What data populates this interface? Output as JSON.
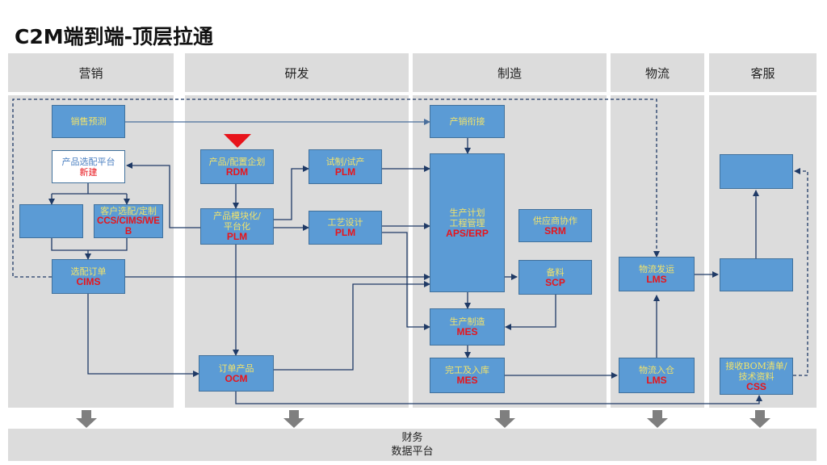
{
  "title": "C2M端到端-顶层拉通",
  "columns": [
    "营销",
    "研发",
    "制造",
    "物流",
    "客服"
  ],
  "boxes": {
    "sales_forecast": {
      "name": "销售预测"
    },
    "product_config_platform": {
      "name": "产品选配平台",
      "sys": "新建"
    },
    "blank_marketing": {
      "name": ""
    },
    "customer_config": {
      "name": "客户选配/定制",
      "sys": "CCS/CIMS/WEB"
    },
    "config_order": {
      "name": "选配订单",
      "sys": "CIMS"
    },
    "product_planning": {
      "name": "产品/配置企划",
      "sys": "RDM"
    },
    "modularization": {
      "name": "产品模块化/平台化",
      "sys": "PLM"
    },
    "trial_production": {
      "name": "试制/试产",
      "sys": "PLM"
    },
    "process_design": {
      "name": "工艺设计",
      "sys": "PLM"
    },
    "order_product": {
      "name": "订单产品",
      "sys": "OCM"
    },
    "sales_link": {
      "name": "产销衔接"
    },
    "production_plan": {
      "name": "生产计划\n工程管理",
      "sys": "APS/ERP"
    },
    "supplier_collab": {
      "name": "供应商协作",
      "sys": "SRM"
    },
    "material_prep": {
      "name": "备料",
      "sys": "SCP"
    },
    "production_mfg": {
      "name": "生产制造",
      "sys": "MES"
    },
    "completion_storage": {
      "name": "完工及入库",
      "sys": "MES"
    },
    "logistics_ship": {
      "name": "物流发运",
      "sys": "LMS"
    },
    "logistics_warehouse": {
      "name": "物流入仓",
      "sys": "LMS"
    },
    "blank_service_top": {
      "name": ""
    },
    "blank_service_mid": {
      "name": ""
    },
    "bom_receive": {
      "name": "接收BOM清单/技术资料",
      "sys": "CSS"
    }
  },
  "bottom": {
    "line1": "财务",
    "line2": "数据平台"
  },
  "colors": {
    "box": "#5b9bd5",
    "panel": "#dcdcdc",
    "arrow": "#1f3a66",
    "sys_text": "#e8141b",
    "label_text": "#f2e36b",
    "marker": "#e8141b",
    "down_arrow": "#7f7f7f"
  }
}
